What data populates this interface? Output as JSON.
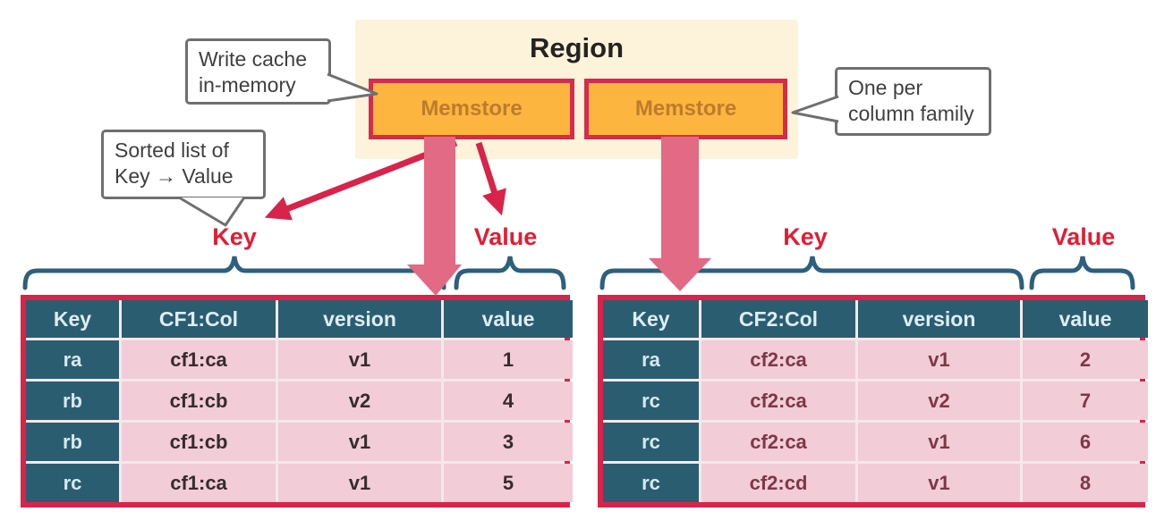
{
  "region": {
    "title": "Region"
  },
  "memstores": {
    "left_label": "Memstore",
    "right_label": "Memstore"
  },
  "callouts": {
    "write_cache": {
      "line1": "Write cache",
      "line2": "in-memory"
    },
    "sorted_list": {
      "line1": "Sorted list of",
      "line2": "Key → Value"
    },
    "one_per": {
      "line1": "One per",
      "line2": "column family"
    }
  },
  "labels": {
    "left_key": "Key",
    "left_value": "Value",
    "right_key": "Key",
    "right_value": "Value"
  },
  "tables": {
    "left": {
      "headers": [
        "Key",
        "CF1:Col",
        "version",
        "value"
      ],
      "rows": [
        [
          "ra",
          "cf1:ca",
          "v1",
          "1"
        ],
        [
          "rb",
          "cf1:cb",
          "v2",
          "4"
        ],
        [
          "rb",
          "cf1:cb",
          "v1",
          "3"
        ],
        [
          "rc",
          "cf1:ca",
          "v1",
          "5"
        ]
      ]
    },
    "right": {
      "headers": [
        "Key",
        "CF2:Col",
        "version",
        "value"
      ],
      "rows": [
        [
          "ra",
          "cf2:ca",
          "v1",
          "2"
        ],
        [
          "rc",
          "cf2:ca",
          "v2",
          "7"
        ],
        [
          "rc",
          "cf2:ca",
          "v1",
          "6"
        ],
        [
          "rc",
          "cf2:cd",
          "v1",
          "8"
        ]
      ]
    }
  },
  "colors": {
    "crimson": "#d8234a",
    "pink_arrow": "#e26a84",
    "brace_blue": "#2d5f7e",
    "label_red": "#e31c33",
    "teal": "#2b5d71",
    "cell_pink": "#f2ccd6",
    "left_text": "#352c2e",
    "right_text": "#7d3848",
    "memstore_fill": "#fcb53f",
    "memstore_text": "#bd7c2c",
    "memstore_border": "#d52b4c",
    "region_fill": "#fdf3da",
    "callout_border": "#6f6f6f",
    "callout_text": "#3f3f3f",
    "header_text": "#ddeef5"
  }
}
